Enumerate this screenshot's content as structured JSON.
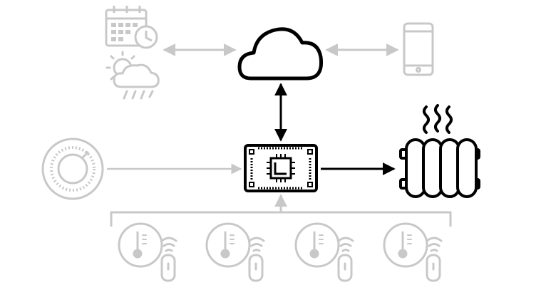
{
  "diagram": {
    "colors": {
      "active": "#000000",
      "inactive": "#c8c8c8",
      "background": "#ffffff"
    },
    "nodes": [
      {
        "id": "calendar",
        "icon": "calendar-clock-icon",
        "state": "inactive"
      },
      {
        "id": "weather",
        "icon": "weather-sun-cloud-rain-icon",
        "state": "inactive"
      },
      {
        "id": "cloud",
        "icon": "cloud-icon",
        "state": "active"
      },
      {
        "id": "phone",
        "icon": "smartphone-icon",
        "state": "inactive"
      },
      {
        "id": "thermostat",
        "icon": "thermostat-dial-icon",
        "state": "inactive"
      },
      {
        "id": "controller",
        "icon": "controller-board-icon",
        "state": "active"
      },
      {
        "id": "radiator",
        "icon": "radiator-heat-icon",
        "state": "active"
      },
      {
        "id": "sensor-1",
        "icon": "wireless-temperature-sensor-icon",
        "state": "inactive"
      },
      {
        "id": "sensor-2",
        "icon": "wireless-temperature-sensor-icon",
        "state": "inactive"
      },
      {
        "id": "sensor-3",
        "icon": "wireless-temperature-sensor-icon",
        "state": "inactive"
      },
      {
        "id": "sensor-4",
        "icon": "wireless-temperature-sensor-icon",
        "state": "inactive"
      }
    ],
    "connections": [
      {
        "from": "calendar",
        "to": "cloud",
        "direction": "both",
        "state": "inactive"
      },
      {
        "from": "cloud",
        "to": "phone",
        "direction": "both",
        "state": "inactive"
      },
      {
        "from": "cloud",
        "to": "controller",
        "direction": "both",
        "state": "active"
      },
      {
        "from": "thermostat",
        "to": "controller",
        "direction": "forward",
        "state": "inactive"
      },
      {
        "from": "controller",
        "to": "radiator",
        "direction": "forward",
        "state": "active"
      },
      {
        "from": "sensors",
        "to": "controller",
        "direction": "forward",
        "state": "inactive"
      }
    ]
  }
}
